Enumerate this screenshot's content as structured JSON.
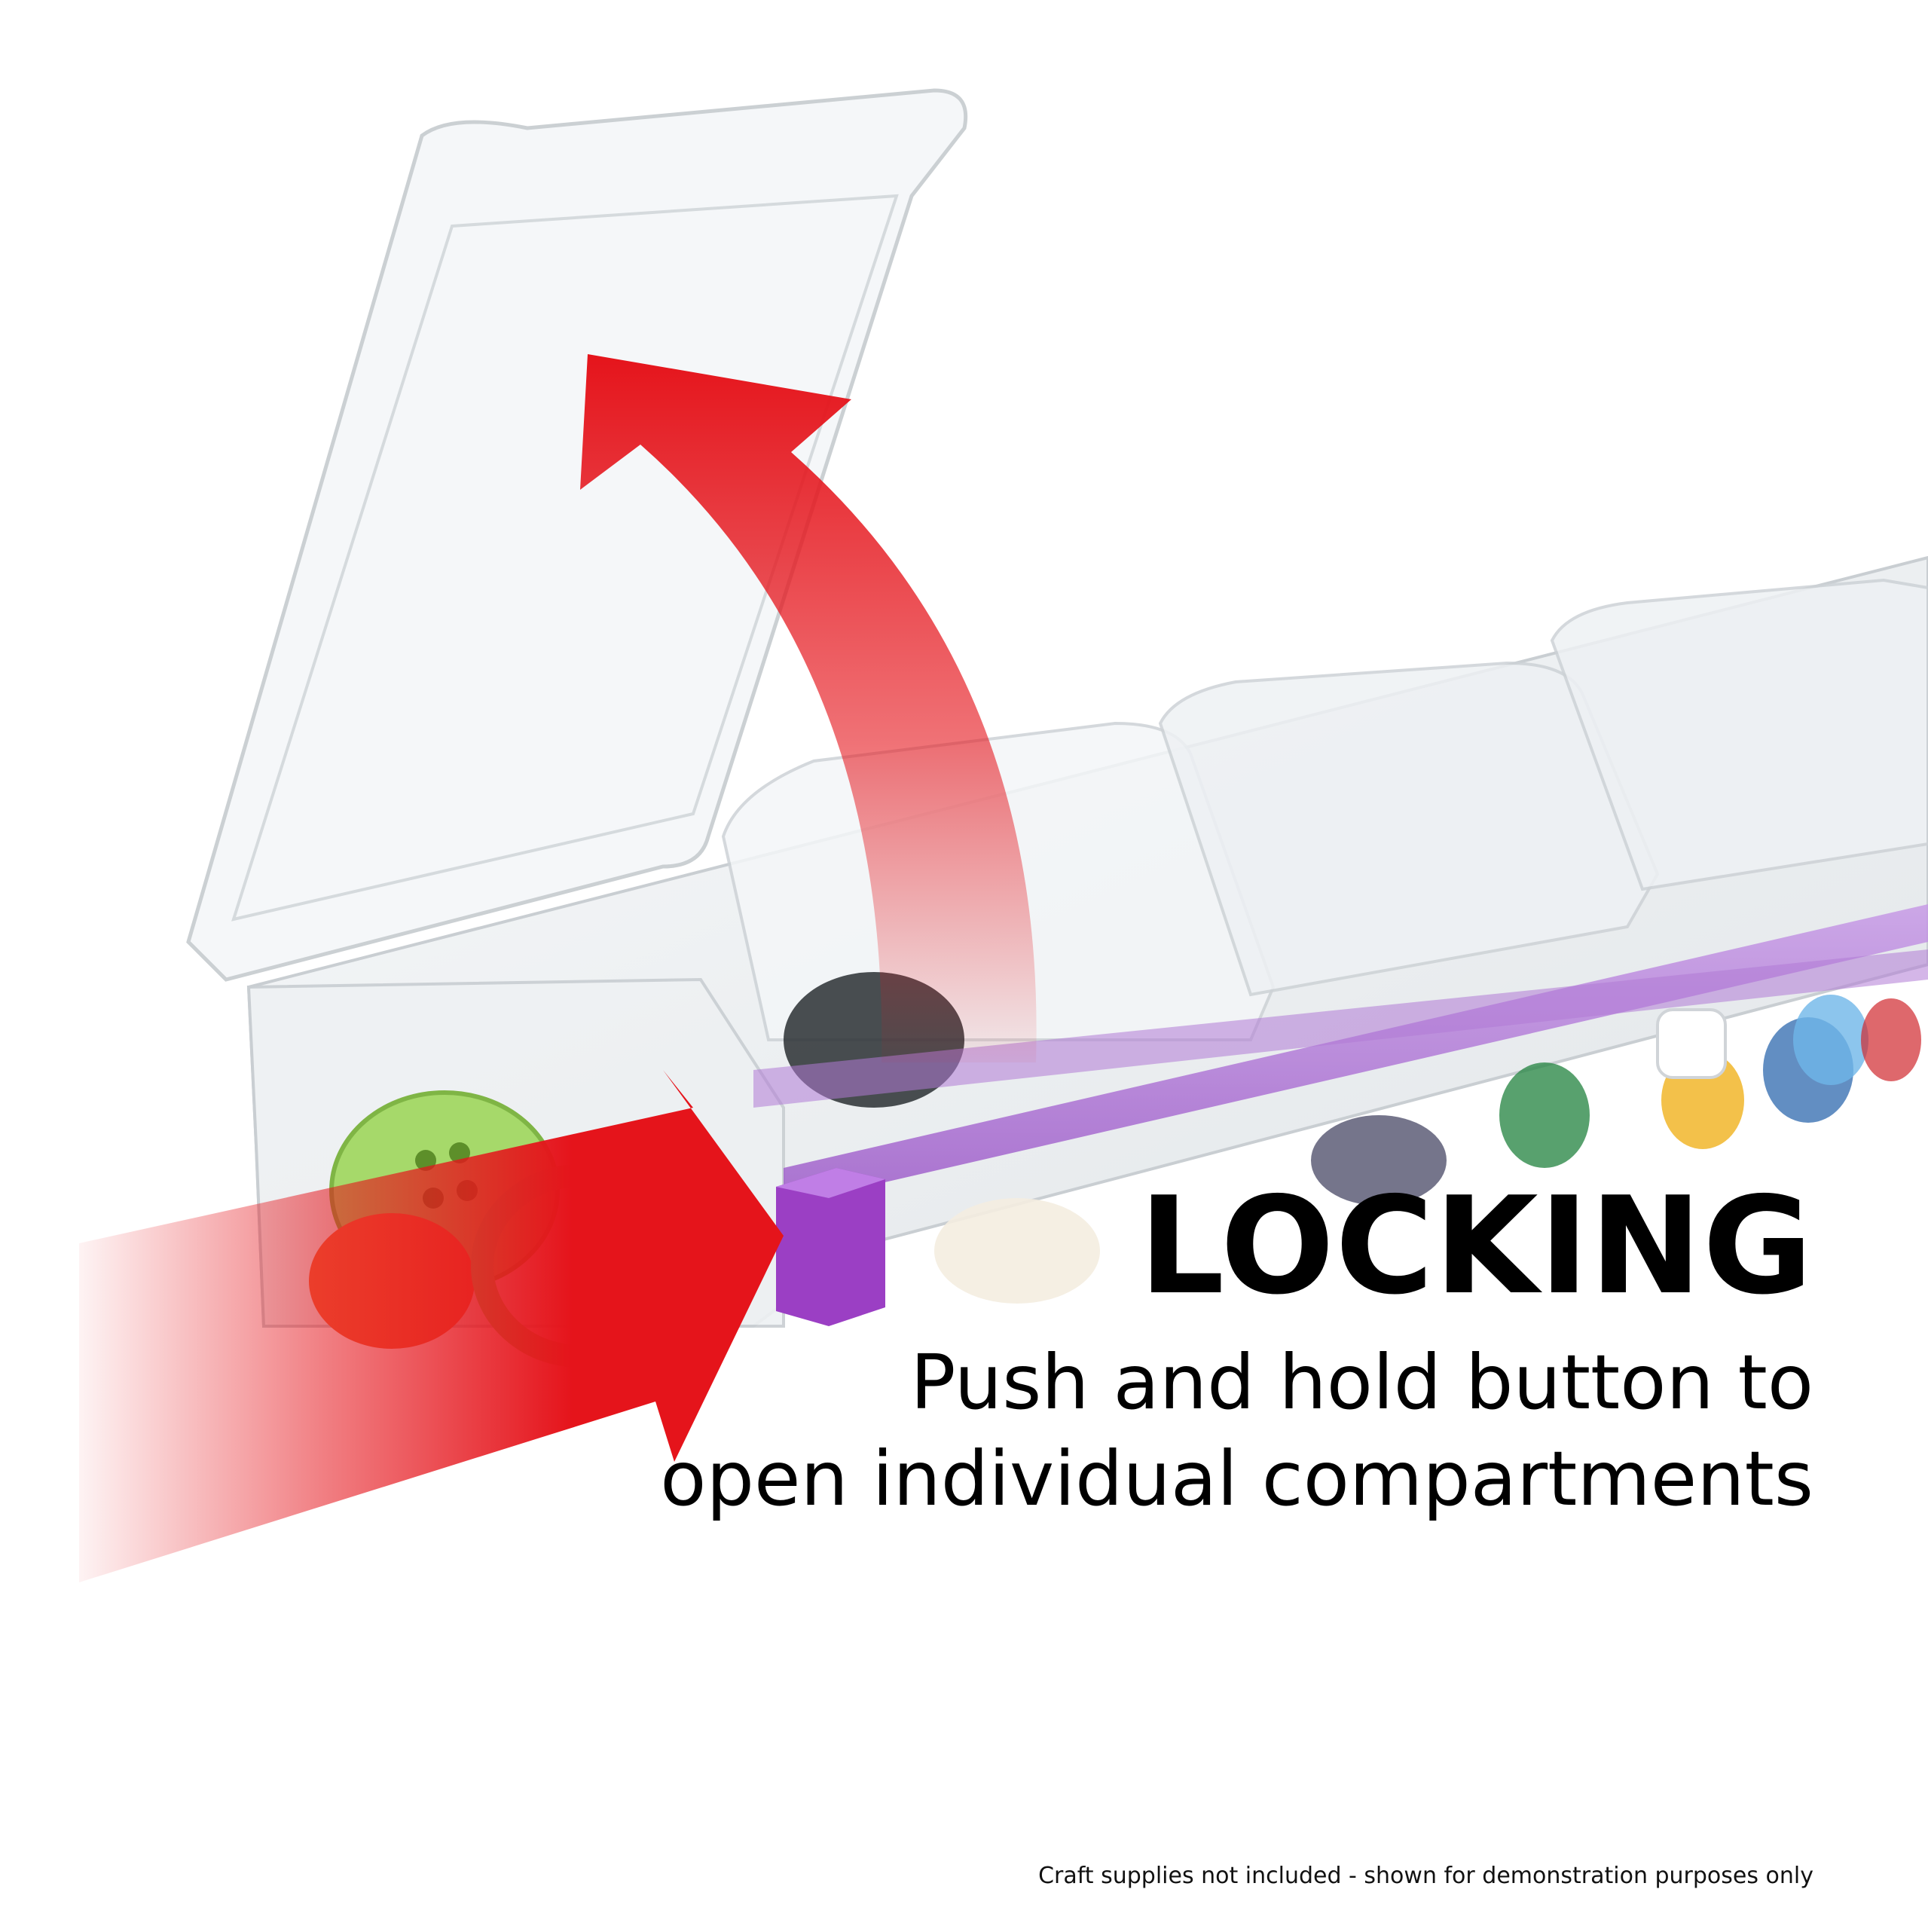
{
  "headline": "LOCKING",
  "instruction": {
    "line1": "Push and hold button to",
    "line2": "open individual compartments"
  },
  "disclaimer": "Craft supplies not included - shown for demonstration purposes only",
  "colors": {
    "arrow_red": "#e5141b",
    "lock_button_purple": "#9b3fc4",
    "rail_purple": "#b07ad6",
    "plastic_clear": "#eef1f3",
    "button_green": "#a6d96a",
    "button_orange": "#f26a3c",
    "text": "#000000",
    "background": "#ffffff"
  },
  "icons": {
    "lift_arrow": "curved-up-arrow-icon",
    "push_arrow": "right-arrow-icon"
  }
}
